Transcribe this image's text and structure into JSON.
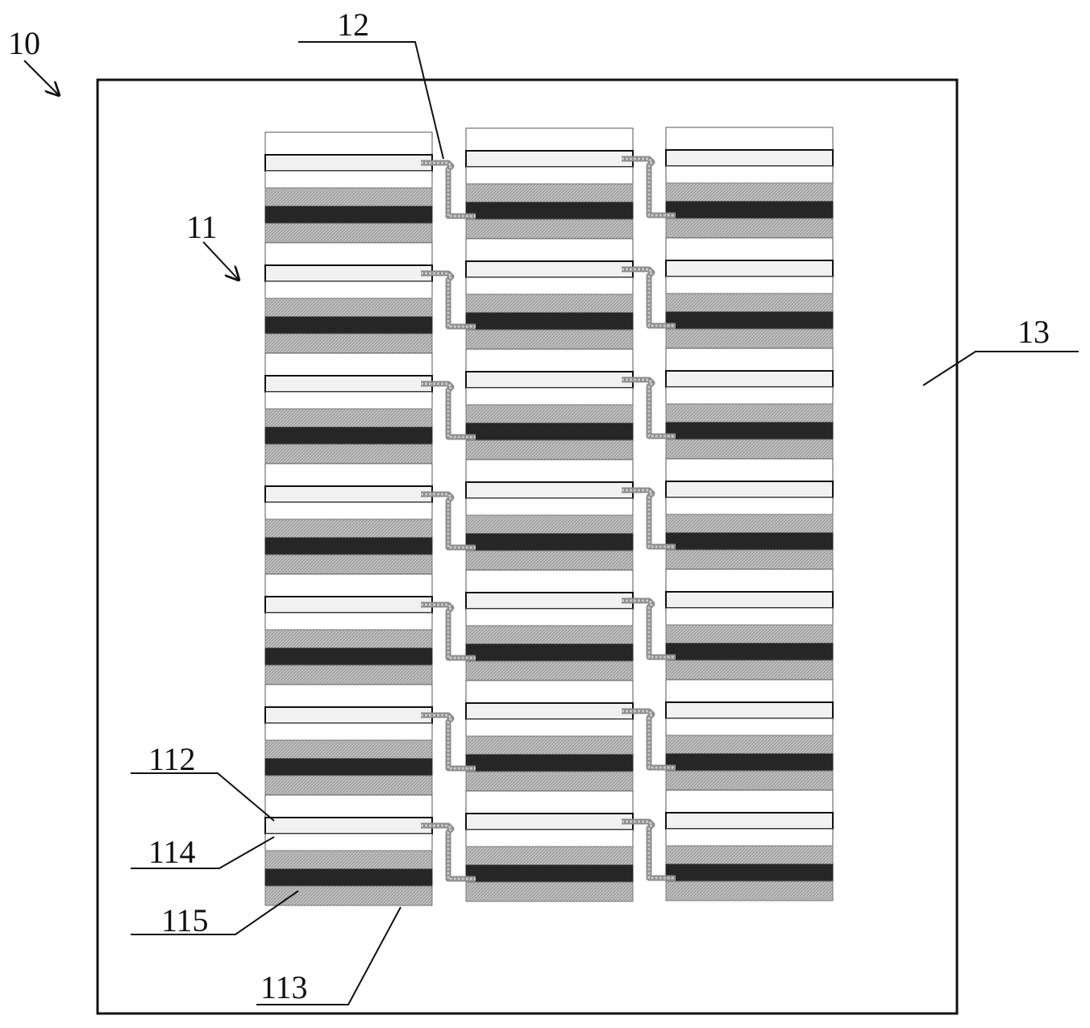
{
  "colors": {
    "outline": "#111111",
    "white_layer": "#ffffff",
    "light_layer": "#f1f1f1",
    "gray_layer": "#bcbcbc",
    "dark_layer": "#262626",
    "interconnect": "#c9c9c9"
  },
  "labels": {
    "device": "10",
    "cell": "11",
    "interconnect": "12",
    "encapsulant": "13",
    "layer_112": "112",
    "layer_114": "114",
    "layer_115": "115",
    "layer_113": "113"
  },
  "structure": {
    "stacks": 3,
    "cells_per_stack": 7,
    "layer_order": [
      "white",
      "light",
      "white",
      "gray",
      "dark",
      "gray"
    ]
  }
}
